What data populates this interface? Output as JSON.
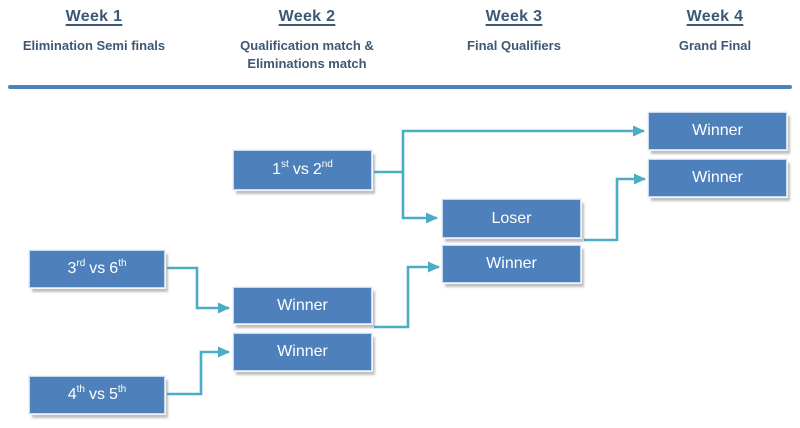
{
  "colors": {
    "box-fill": "#4e81bc",
    "box-text": "#ffffff",
    "connector": "#4bacc6",
    "divider": "#4f81bd",
    "heading-text": "#3d5875"
  },
  "headers": [
    {
      "title": "Week 1",
      "subtitle": "Elimination Semi finals"
    },
    {
      "title": "Week 2",
      "subtitle": "Qualification match &\nEliminations match"
    },
    {
      "title": "Week 3",
      "subtitle": "Final Qualifiers"
    },
    {
      "title": "Week 4",
      "subtitle": "Grand Final"
    }
  ],
  "bracket": {
    "week1": {
      "match_3_6": {
        "a": "3",
        "a_ord": "rd",
        "sep": "vs",
        "b": "6",
        "b_ord": "th"
      },
      "match_4_5": {
        "a": "4",
        "a_ord": "th",
        "sep": "vs",
        "b": "5",
        "b_ord": "th"
      }
    },
    "week2": {
      "match_1_2": {
        "a": "1",
        "a_ord": "st",
        "sep": "vs",
        "b": "2",
        "b_ord": "nd"
      },
      "winner_top": "Winner",
      "winner_bottom": "Winner"
    },
    "week3": {
      "loser": "Loser",
      "winner": "Winner"
    },
    "week4": {
      "finalist_top": "Winner",
      "finalist_bottom": "Winner"
    }
  }
}
